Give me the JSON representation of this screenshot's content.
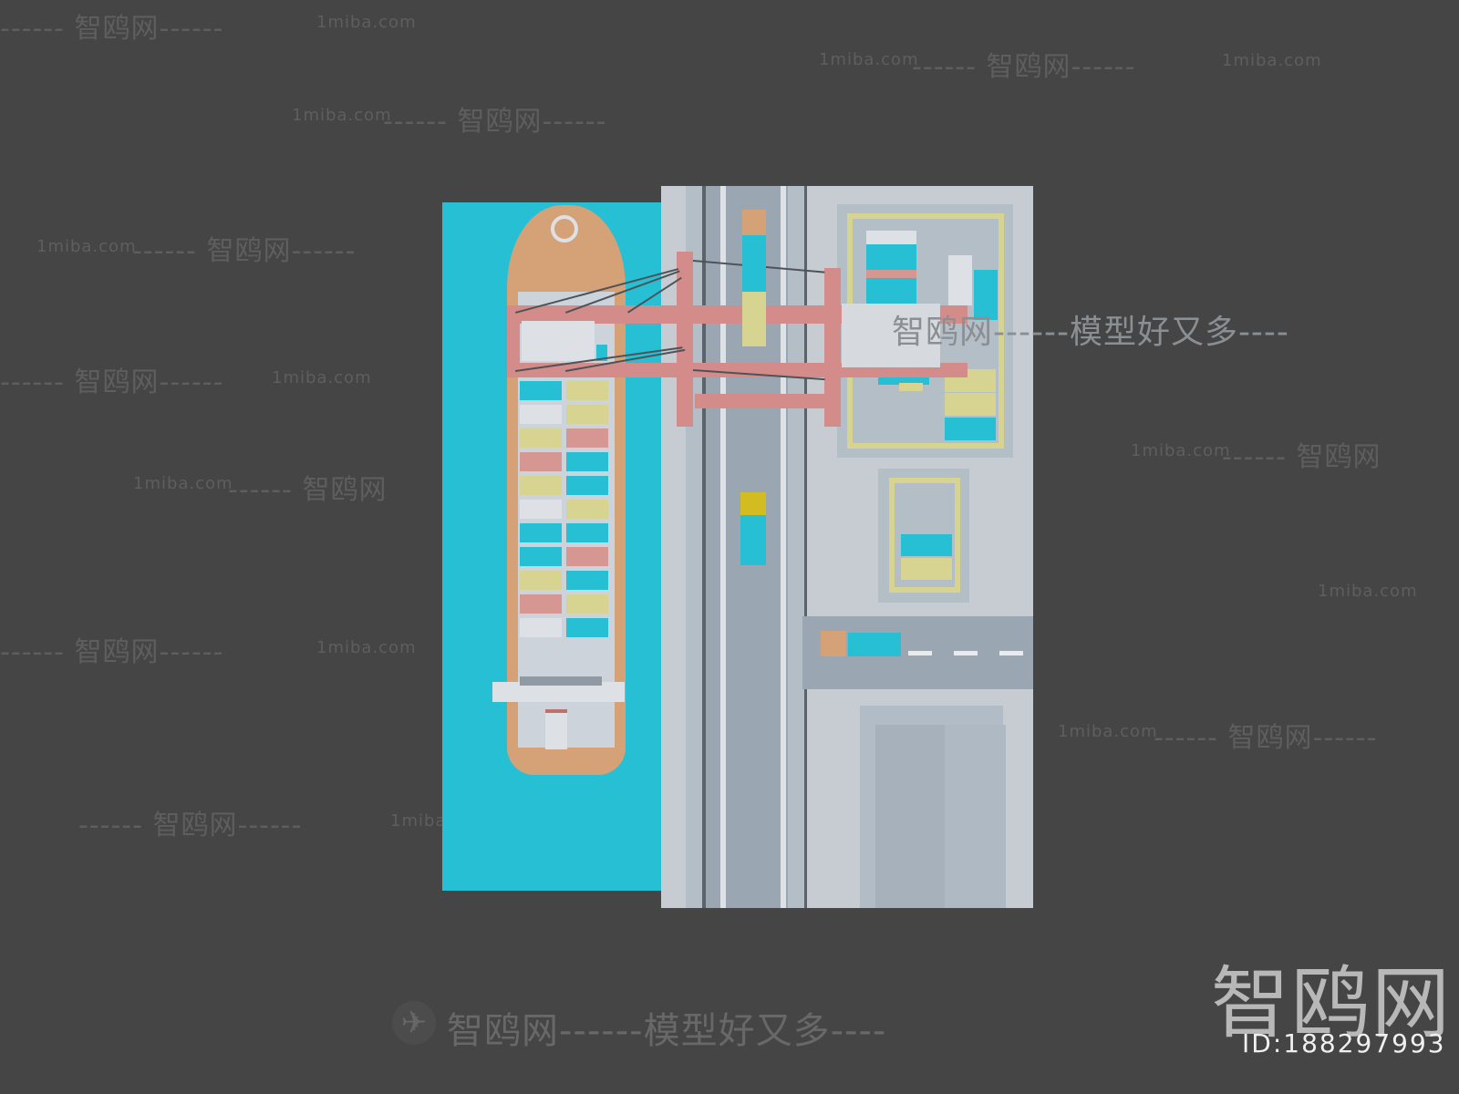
{
  "scene": {
    "description": "Top-down 3D render of container port: ship, gantry crane, road, trucks, container yard",
    "colors": {
      "background": "#454545",
      "water": "#26bfd4",
      "hull": "#d5a277",
      "crane": "#d48c8a",
      "container_cyan": "#26bfd4",
      "container_yellow": "#d6d490",
      "container_pink": "#d69792",
      "container_white": "#dde1e6",
      "quay": "#c7ccd3",
      "road": "#9aa7b2"
    },
    "ship_containers": {
      "left": [
        "cyan",
        "white",
        "yellow",
        "pink",
        "yellow",
        "white",
        "cyan",
        "cyan",
        "yellow",
        "pink",
        "white"
      ],
      "right": [
        "yellow",
        "yellow",
        "pink",
        "cyan",
        "cyan",
        "yellow",
        "cyan",
        "pink",
        "cyan",
        "yellow",
        "cyan"
      ]
    }
  },
  "watermarks": {
    "brand": "智鸥网",
    "site": "1miba.com",
    "dashes": "------",
    "slogan_line": "智鸥网------模型好又多----",
    "mid_slogan": "智鸥网------模型好又多----"
  },
  "badge": {
    "logo_text": "智鸥网",
    "id_text": "ID:188297993"
  }
}
